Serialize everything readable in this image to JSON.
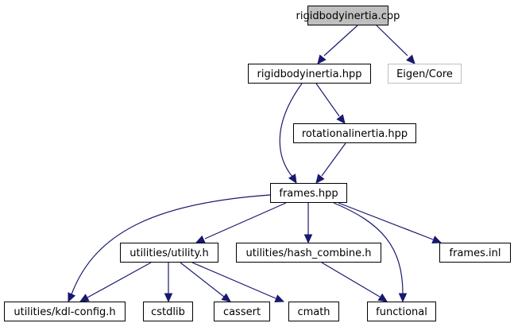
{
  "diagram": {
    "type": "include-dependency-graph",
    "colors": {
      "edge": "#191970",
      "root_fill": "#bfbfbf",
      "node_border": "#000000",
      "external_border": "#bfbfbf",
      "background": "#ffffff"
    },
    "nodes": [
      {
        "id": "rigidbodyinertia_cpp",
        "label": "rigidbodyinertia.cpp",
        "kind": "root"
      },
      {
        "id": "rigidbodyinertia_hpp",
        "label": "rigidbodyinertia.hpp",
        "kind": "file"
      },
      {
        "id": "eigen_core",
        "label": "Eigen/Core",
        "kind": "external"
      },
      {
        "id": "rotationalinertia_hpp",
        "label": "rotationalinertia.hpp",
        "kind": "file"
      },
      {
        "id": "frames_hpp",
        "label": "frames.hpp",
        "kind": "file"
      },
      {
        "id": "utility_h",
        "label": "utilities/utility.h",
        "kind": "file"
      },
      {
        "id": "hash_combine_h",
        "label": "utilities/hash_combine.h",
        "kind": "file"
      },
      {
        "id": "frames_inl",
        "label": "frames.inl",
        "kind": "file"
      },
      {
        "id": "kdl_config_h",
        "label": "utilities/kdl-config.h",
        "kind": "file"
      },
      {
        "id": "cstdlib",
        "label": "cstdlib",
        "kind": "file"
      },
      {
        "id": "cassert",
        "label": "cassert",
        "kind": "file"
      },
      {
        "id": "cmath",
        "label": "cmath",
        "kind": "file"
      },
      {
        "id": "functional",
        "label": "functional",
        "kind": "file"
      }
    ],
    "edges": [
      {
        "from": "rigidbodyinertia_cpp",
        "to": "rigidbodyinertia_hpp"
      },
      {
        "from": "rigidbodyinertia_cpp",
        "to": "eigen_core"
      },
      {
        "from": "rigidbodyinertia_hpp",
        "to": "frames_hpp"
      },
      {
        "from": "rigidbodyinertia_hpp",
        "to": "rotationalinertia_hpp"
      },
      {
        "from": "rotationalinertia_hpp",
        "to": "frames_hpp"
      },
      {
        "from": "frames_hpp",
        "to": "utility_h"
      },
      {
        "from": "frames_hpp",
        "to": "kdl_config_h"
      },
      {
        "from": "frames_hpp",
        "to": "hash_combine_h"
      },
      {
        "from": "frames_hpp",
        "to": "functional"
      },
      {
        "from": "frames_hpp",
        "to": "frames_inl"
      },
      {
        "from": "utility_h",
        "to": "kdl_config_h"
      },
      {
        "from": "utility_h",
        "to": "cstdlib"
      },
      {
        "from": "utility_h",
        "to": "cassert"
      },
      {
        "from": "utility_h",
        "to": "cmath"
      },
      {
        "from": "hash_combine_h",
        "to": "functional"
      }
    ]
  }
}
